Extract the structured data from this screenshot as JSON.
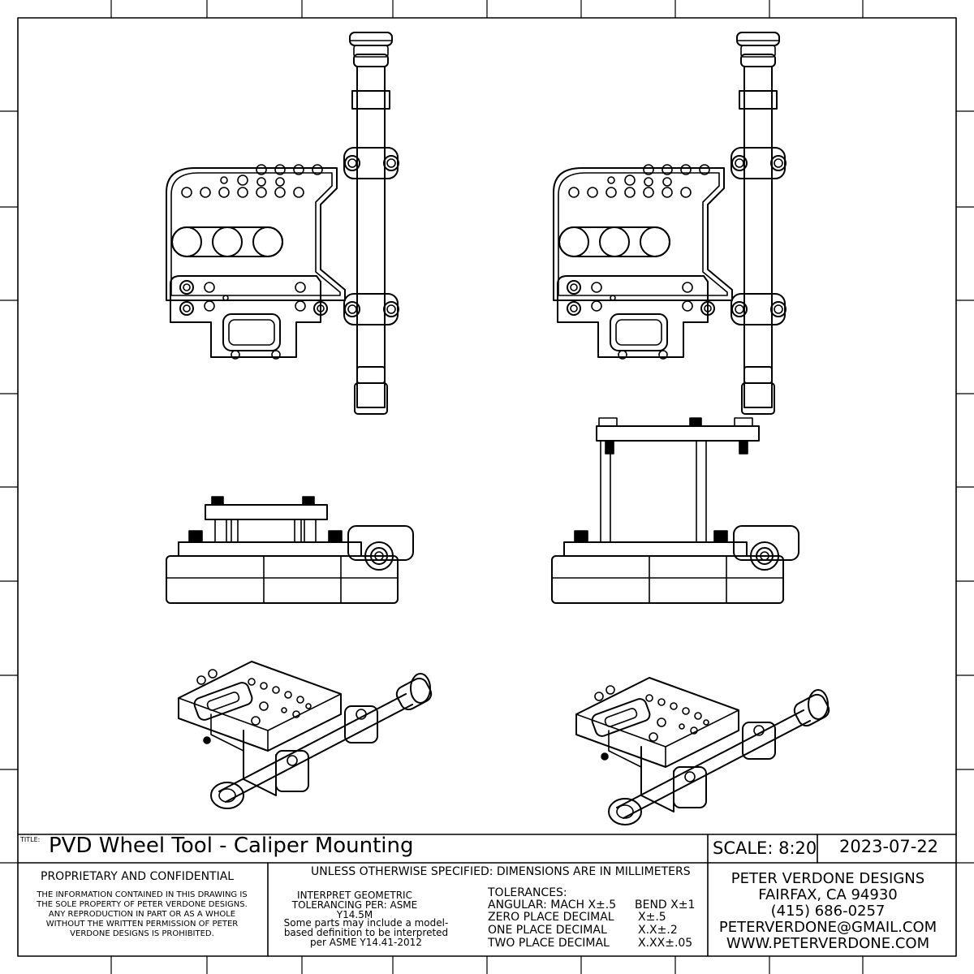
{
  "title_block": {
    "title_label": "TITLE:",
    "title": "PVD Wheel Tool - Caliper Mounting",
    "scale": "SCALE: 8:20",
    "date": "2023-07-22",
    "proprietary_heading": "PROPRIETARY AND CONFIDENTIAL",
    "proprietary_text": "THE INFORMATION CONTAINED IN THIS DRAWING IS THE SOLE PROPERTY OF PETER VERDONE DESIGNS.  ANY REPRODUCTION IN PART OR AS A WHOLE WITHOUT THE WRITTEN PERMISSION OF PETER VERDONE DESIGNS IS PROHIBITED.",
    "units_note": "UNLESS OTHERWISE SPECIFIED: DIMENSIONS ARE IN MILLIMETERS",
    "interpret_note": "INTERPRET GEOMETRIC TOLERANCING PER: ASME Y14.5M",
    "model_note": "Some parts may include a model-based definition to be interpreted per ASME Y14.41-2012",
    "tolerances_heading": "TOLERANCES:",
    "tolerances": [
      {
        "label": "ANGULAR: MACH X±.5",
        "value": "BEND X±1"
      },
      {
        "label": "ZERO PLACE DECIMAL",
        "value": "X±.5"
      },
      {
        "label": "ONE PLACE DECIMAL",
        "value": "X.X±.2"
      },
      {
        "label": "TWO PLACE DECIMAL",
        "value": "X.XX±.05"
      }
    ],
    "company_name": "PETER VERDONE DESIGNS",
    "company_city": "FAIRFAX, CA 94930",
    "company_phone": "(415) 686-0257",
    "company_email": "PETERVERDONE@GMAIL.COM",
    "company_web": "WWW.PETERVERDONE.COM"
  },
  "views": [
    {
      "name": "top-view-left"
    },
    {
      "name": "top-view-right"
    },
    {
      "name": "front-view-left"
    },
    {
      "name": "front-view-right"
    },
    {
      "name": "isometric-view-left"
    },
    {
      "name": "isometric-view-right"
    }
  ]
}
